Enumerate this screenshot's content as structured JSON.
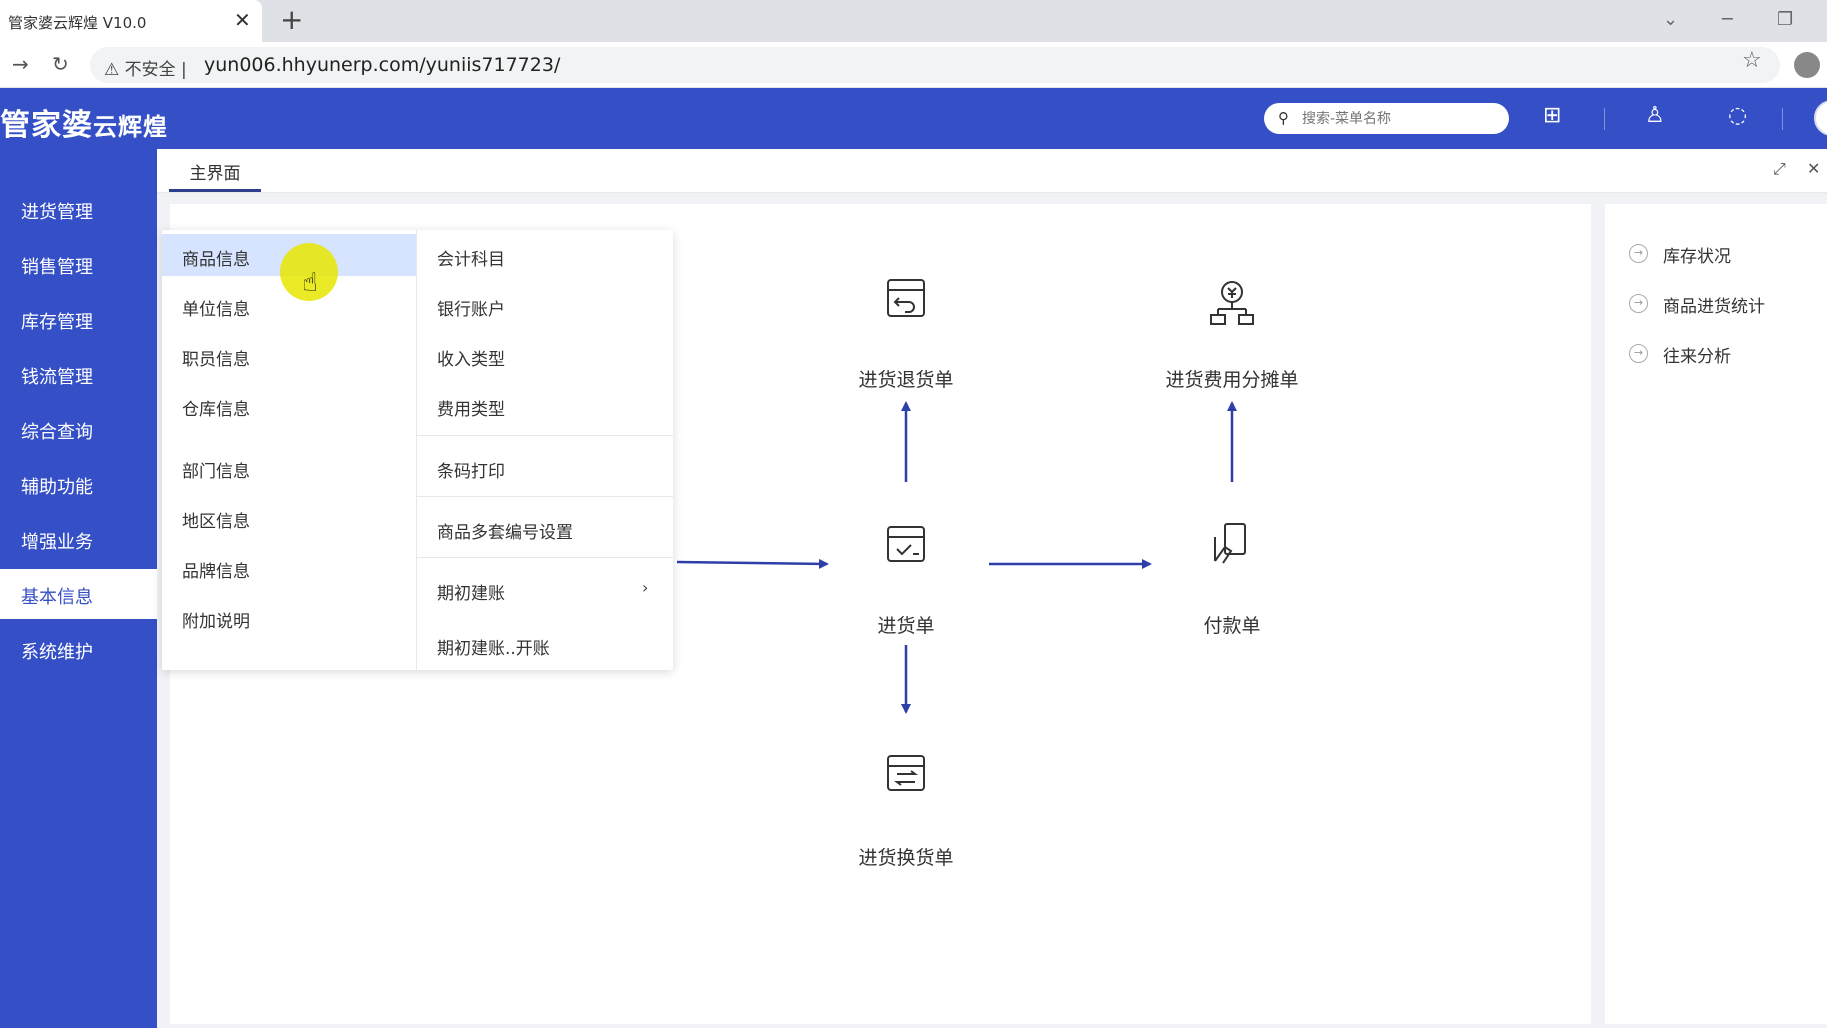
{
  "browser": {
    "tab_title": "管家婆云辉煌 V10.0",
    "tab_close": "✕",
    "new_tab": "+",
    "insecure_label": "⚠ 不安全 |",
    "url": "yun006.hhyunerp.com/yuniis717723/"
  },
  "header": {
    "logo_main": "管家婆",
    "logo_sub": "云辉煌",
    "search_placeholder": "搜索-菜单名称"
  },
  "sidebar": {
    "items": [
      {
        "label": "进货管理"
      },
      {
        "label": "销售管理"
      },
      {
        "label": "库存管理"
      },
      {
        "label": "钱流管理"
      },
      {
        "label": "综合查询"
      },
      {
        "label": "辅助功能"
      },
      {
        "label": "增强业务"
      },
      {
        "label": "基本信息"
      },
      {
        "label": "系统维护"
      }
    ],
    "active_index": 7
  },
  "tabs": {
    "main_label": "主界面"
  },
  "flow": {
    "purchase_return": "进货退货单",
    "purchase_cost_allocation": "进货费用分摊单",
    "purchase_order": "进货单",
    "payment": "付款单",
    "purchase_exchange": "进货换货单"
  },
  "right_panel": {
    "links": [
      {
        "label": "库存状况"
      },
      {
        "label": "商品进货统计"
      },
      {
        "label": "往来分析"
      }
    ]
  },
  "menu": {
    "left": [
      {
        "label": "商品信息"
      },
      {
        "label": "单位信息"
      },
      {
        "label": "职员信息"
      },
      {
        "label": "仓库信息"
      },
      {
        "label": "部门信息"
      },
      {
        "label": "地区信息"
      },
      {
        "label": "品牌信息"
      },
      {
        "label": "附加说明"
      }
    ],
    "right": [
      {
        "label": "会计科目"
      },
      {
        "label": "银行账户"
      },
      {
        "label": "收入类型"
      },
      {
        "label": "费用类型"
      },
      {
        "label": "条码打印"
      },
      {
        "label": "商品多套编号设置"
      },
      {
        "label": "期初建账"
      },
      {
        "label": "期初建账..开账"
      }
    ],
    "submenu_arrow": "›"
  },
  "colors": {
    "brand": "#3550c6",
    "menu_hover": "#d6e4ff",
    "flow_arrow": "#2f3fa8"
  }
}
